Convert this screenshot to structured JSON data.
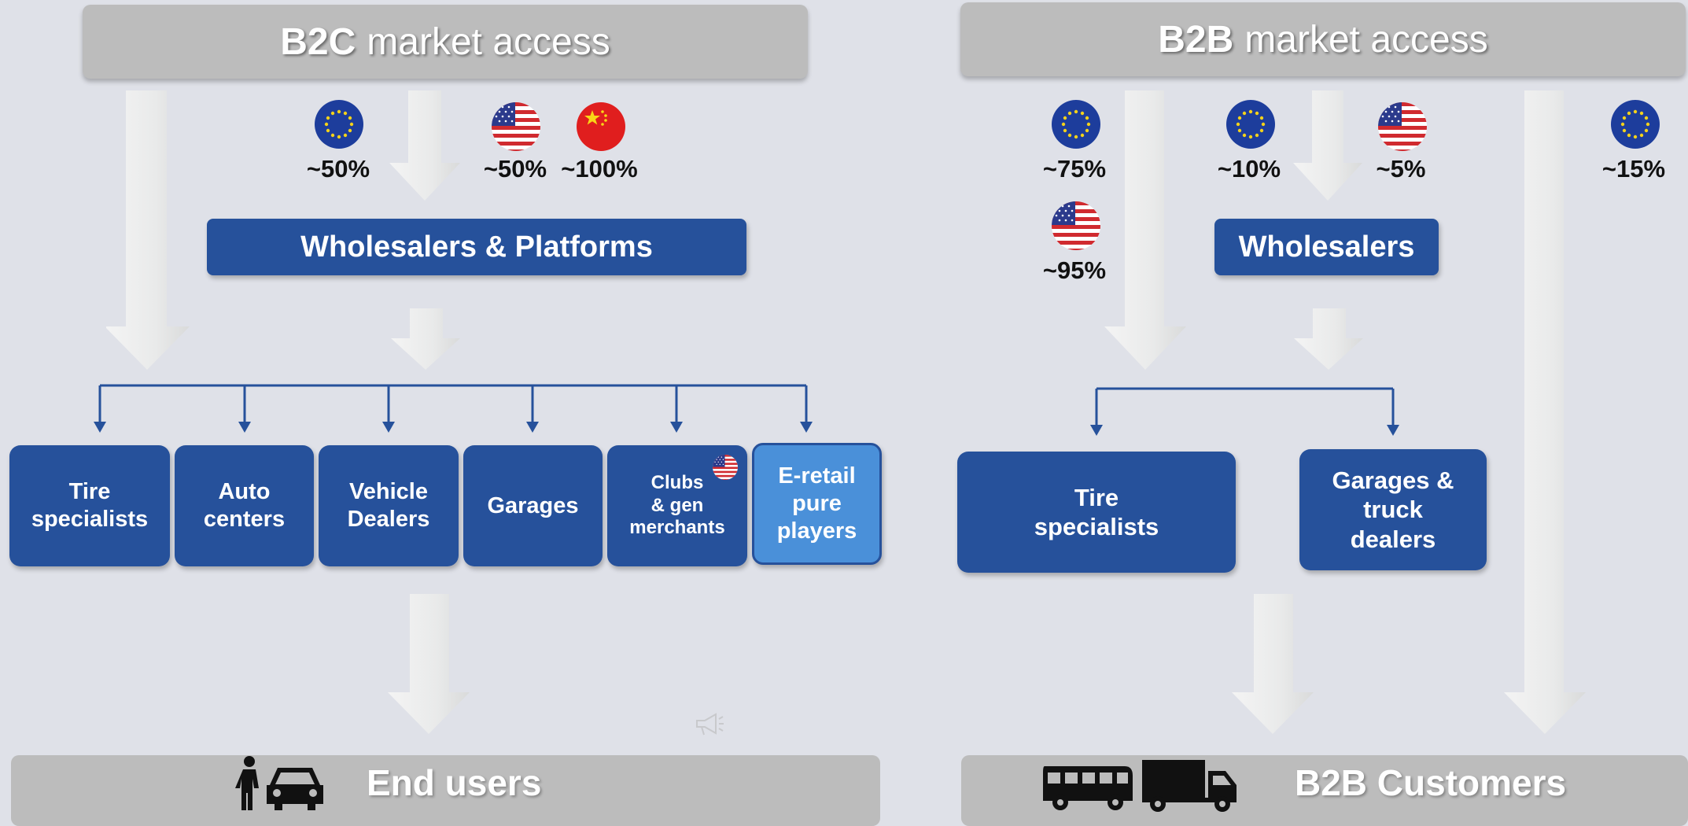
{
  "b2c": {
    "header": {
      "bold": "B2C",
      "rest": "market access"
    },
    "stats": [
      {
        "flag": "eu-flag",
        "value": "~50%"
      },
      {
        "flag": "us-flag",
        "value": "~50%"
      },
      {
        "flag": "china-flag",
        "value": "~100%"
      }
    ],
    "wholesalers_label": "Wholesalers & Platforms",
    "channels": [
      "Tire\nspecialists",
      "Auto\ncenters",
      "Vehicle\nDealers",
      "Garages",
      "Clubs\n&  gen\nmerchants",
      "E-retail\npure\nplayers"
    ],
    "footer_label": "End users"
  },
  "b2b": {
    "header": {
      "bold": "B2B",
      "rest": "market access"
    },
    "stats": [
      {
        "flag": "eu-flag",
        "value": "~75%"
      },
      {
        "flag": "us-flag",
        "value": "~95%"
      },
      {
        "flag": "eu-flag",
        "value": "~10%"
      },
      {
        "flag": "us-flag",
        "value": "~5%"
      },
      {
        "flag": "eu-flag",
        "value": "~15%"
      }
    ],
    "wholesalers_label": "Wholesalers",
    "channels": [
      "Tire\nspecialists",
      "Garages &\ntruck\ndealers"
    ],
    "footer_label": "B2B Customers"
  },
  "colors": {
    "background": "#dfe1e8",
    "header_bar": "#bcbcbc",
    "box_blue": "#26519b",
    "box_light_blue": "#4a90d9",
    "arrow": "#eceded"
  },
  "icons": [
    "person-icon",
    "car-icon",
    "bus-icon",
    "truck-icon",
    "megaphone-icon"
  ]
}
